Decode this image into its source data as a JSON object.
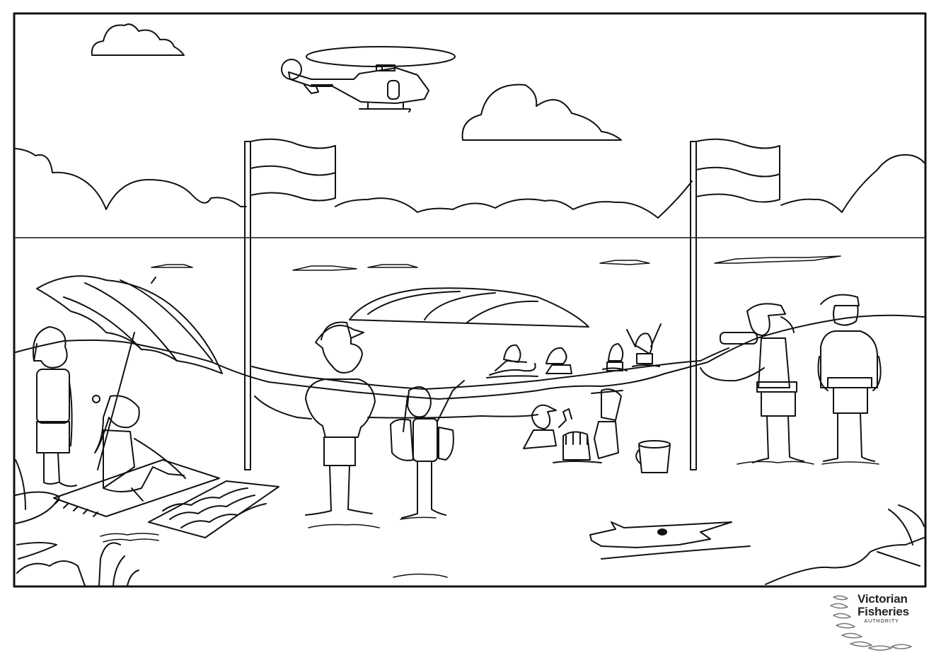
{
  "logo": {
    "line1": "Victorian",
    "line2": "Fisheries",
    "line3": "AUTHORITY"
  },
  "icons": [
    "helicopter-icon",
    "cloud-icon",
    "flag-icon",
    "umbrella-icon",
    "bucket-icon",
    "sandcastle-icon",
    "driftwood-icon",
    "fish-school-icon"
  ],
  "colors": {
    "ink": "#111111",
    "paper": "#ffffff",
    "logo_fish": "#777777"
  }
}
